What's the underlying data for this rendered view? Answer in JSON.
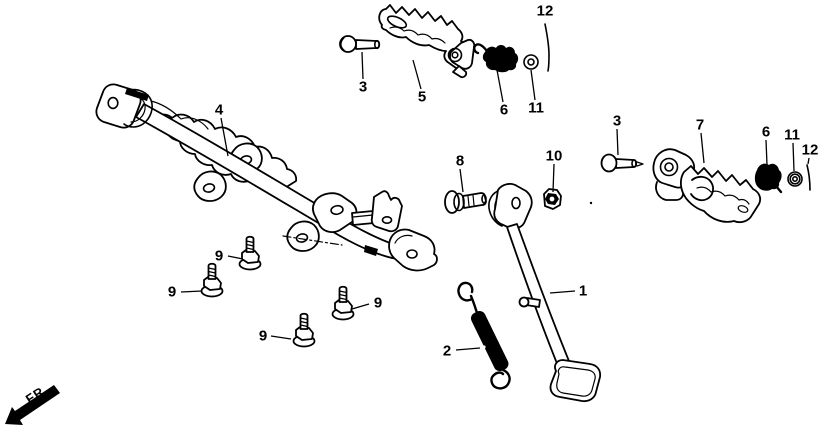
{
  "canvas": {
    "background": "#ffffff",
    "ink": "#000000"
  },
  "fr_marker": {
    "label": "FR."
  },
  "callouts": {
    "side_stand": "1",
    "stand_spring": "2",
    "front_step_bolt": "3",
    "rear_step_bolt": "3",
    "step_bar": "4",
    "front_footpeg": "5",
    "front_peg_spring": "6",
    "rear_peg_spring": "6",
    "rear_footpeg": "7",
    "stand_pivot_bolt": "8",
    "mount_bolt_a": "9",
    "mount_bolt_b": "9",
    "mount_bolt_c": "9",
    "mount_bolt_d": "9",
    "stand_nut": "10",
    "front_washer": "11",
    "rear_washer": "11",
    "front_pin": "12",
    "rear_pin": "12"
  }
}
